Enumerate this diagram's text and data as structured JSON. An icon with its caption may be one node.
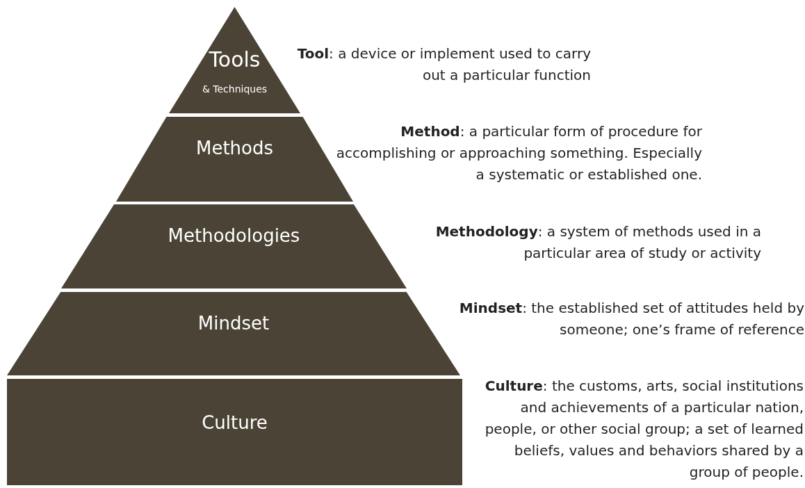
{
  "diagram": {
    "nodes": [
      {
        "text": [
          "Tools",
          "& Techniques"
        ],
        "beside": [
          "**Tool**: a device or implement used to carry out a particular function"
        ]
      },
      {
        "text": [
          "Methods"
        ],
        "beside": [
          "**Method**: a particular form of procedure for accomplishing or approaching something. Especially a systematic or established one."
        ]
      },
      {
        "text": [
          "Methodologies"
        ],
        "beside": [
          "**Methodology**: a system of methods used in a particular area of study or activity"
        ]
      },
      {
        "text": [
          "Mindset"
        ],
        "beside": [
          "**Mindset**: the established set of attitudes held by someone; one’s frame of reference"
        ]
      },
      {
        "text": [
          "Culture"
        ],
        "beside": [
          "**Culture**: the customs, arts, social institutions and achievements of a particular nation, people, or other social group; a set of learned beliefs, values and behaviors shared by a group of people."
        ]
      }
    ]
  }
}
